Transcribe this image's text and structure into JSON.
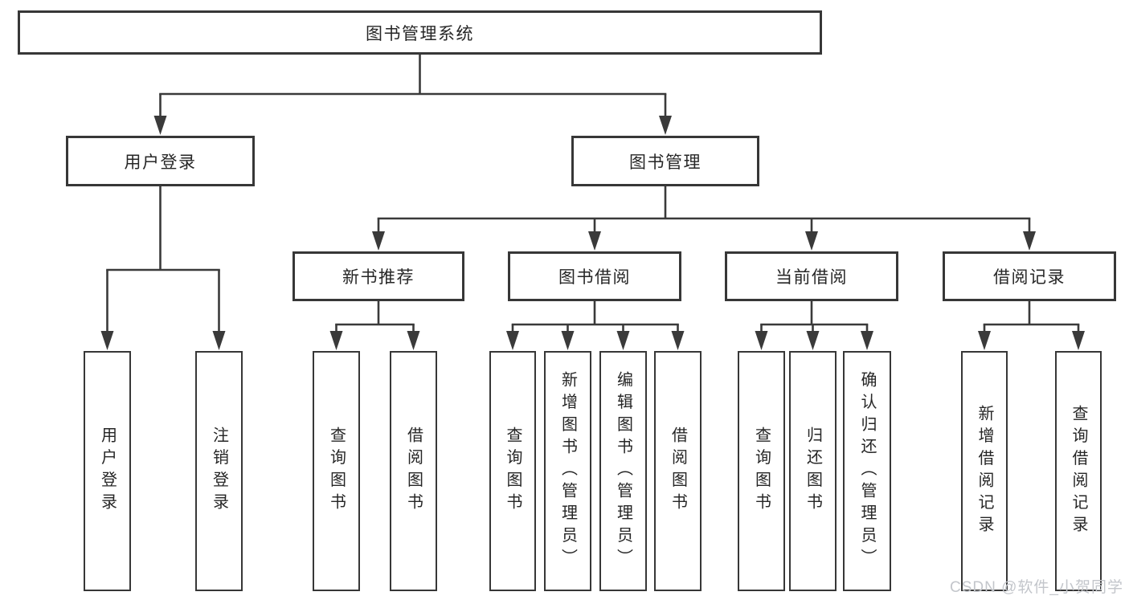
{
  "diagram": {
    "type": "hierarchy-tree",
    "line_color": "#3a3a3a",
    "box_background": "#ffffff",
    "text_color": "#262626",
    "watermark": "CSDN @软件_小贺同学",
    "watermark_color": "#c3c6cb",
    "nodes": [
      {
        "id": "root",
        "label": "图书管理系统",
        "parent": null,
        "orientation": "horizontal"
      },
      {
        "id": "user-login",
        "label": "用户登录",
        "parent": "root",
        "orientation": "horizontal"
      },
      {
        "id": "book-mgmt",
        "label": "图书管理",
        "parent": "root",
        "orientation": "horizontal"
      },
      {
        "id": "new-book-rec",
        "label": "新书推荐",
        "parent": "book-mgmt",
        "orientation": "horizontal"
      },
      {
        "id": "book-borrow",
        "label": "图书借阅",
        "parent": "book-mgmt",
        "orientation": "horizontal"
      },
      {
        "id": "current-borrow",
        "label": "当前借阅",
        "parent": "book-mgmt",
        "orientation": "horizontal"
      },
      {
        "id": "borrow-records",
        "label": "借阅记录",
        "parent": "book-mgmt",
        "orientation": "horizontal"
      },
      {
        "id": "leaf-user-login",
        "label": "用户登录",
        "parent": "user-login",
        "orientation": "vertical"
      },
      {
        "id": "leaf-logout",
        "label": "注销登录",
        "parent": "user-login",
        "orientation": "vertical"
      },
      {
        "id": "leaf-nbr-query",
        "label": "查询图书",
        "parent": "new-book-rec",
        "orientation": "vertical"
      },
      {
        "id": "leaf-nbr-borrow",
        "label": "借阅图书",
        "parent": "new-book-rec",
        "orientation": "vertical"
      },
      {
        "id": "leaf-bb-query",
        "label": "查询图书",
        "parent": "book-borrow",
        "orientation": "vertical"
      },
      {
        "id": "leaf-bb-add",
        "label": "新增图书（管理员）",
        "parent": "book-borrow",
        "orientation": "vertical"
      },
      {
        "id": "leaf-bb-edit",
        "label": "编辑图书（管理员）",
        "parent": "book-borrow",
        "orientation": "vertical"
      },
      {
        "id": "leaf-bb-borrow",
        "label": "借阅图书",
        "parent": "book-borrow",
        "orientation": "vertical"
      },
      {
        "id": "leaf-cb-query",
        "label": "查询图书",
        "parent": "current-borrow",
        "orientation": "vertical"
      },
      {
        "id": "leaf-cb-return",
        "label": "归还图书",
        "parent": "current-borrow",
        "orientation": "vertical"
      },
      {
        "id": "leaf-cb-confirm",
        "label": "确认归还（管理员）",
        "parent": "current-borrow",
        "orientation": "vertical"
      },
      {
        "id": "leaf-br-add",
        "label": "新增借阅记录",
        "parent": "borrow-records",
        "orientation": "vertical"
      },
      {
        "id": "leaf-br-query",
        "label": "查询借阅记录",
        "parent": "borrow-records",
        "orientation": "vertical"
      }
    ]
  }
}
